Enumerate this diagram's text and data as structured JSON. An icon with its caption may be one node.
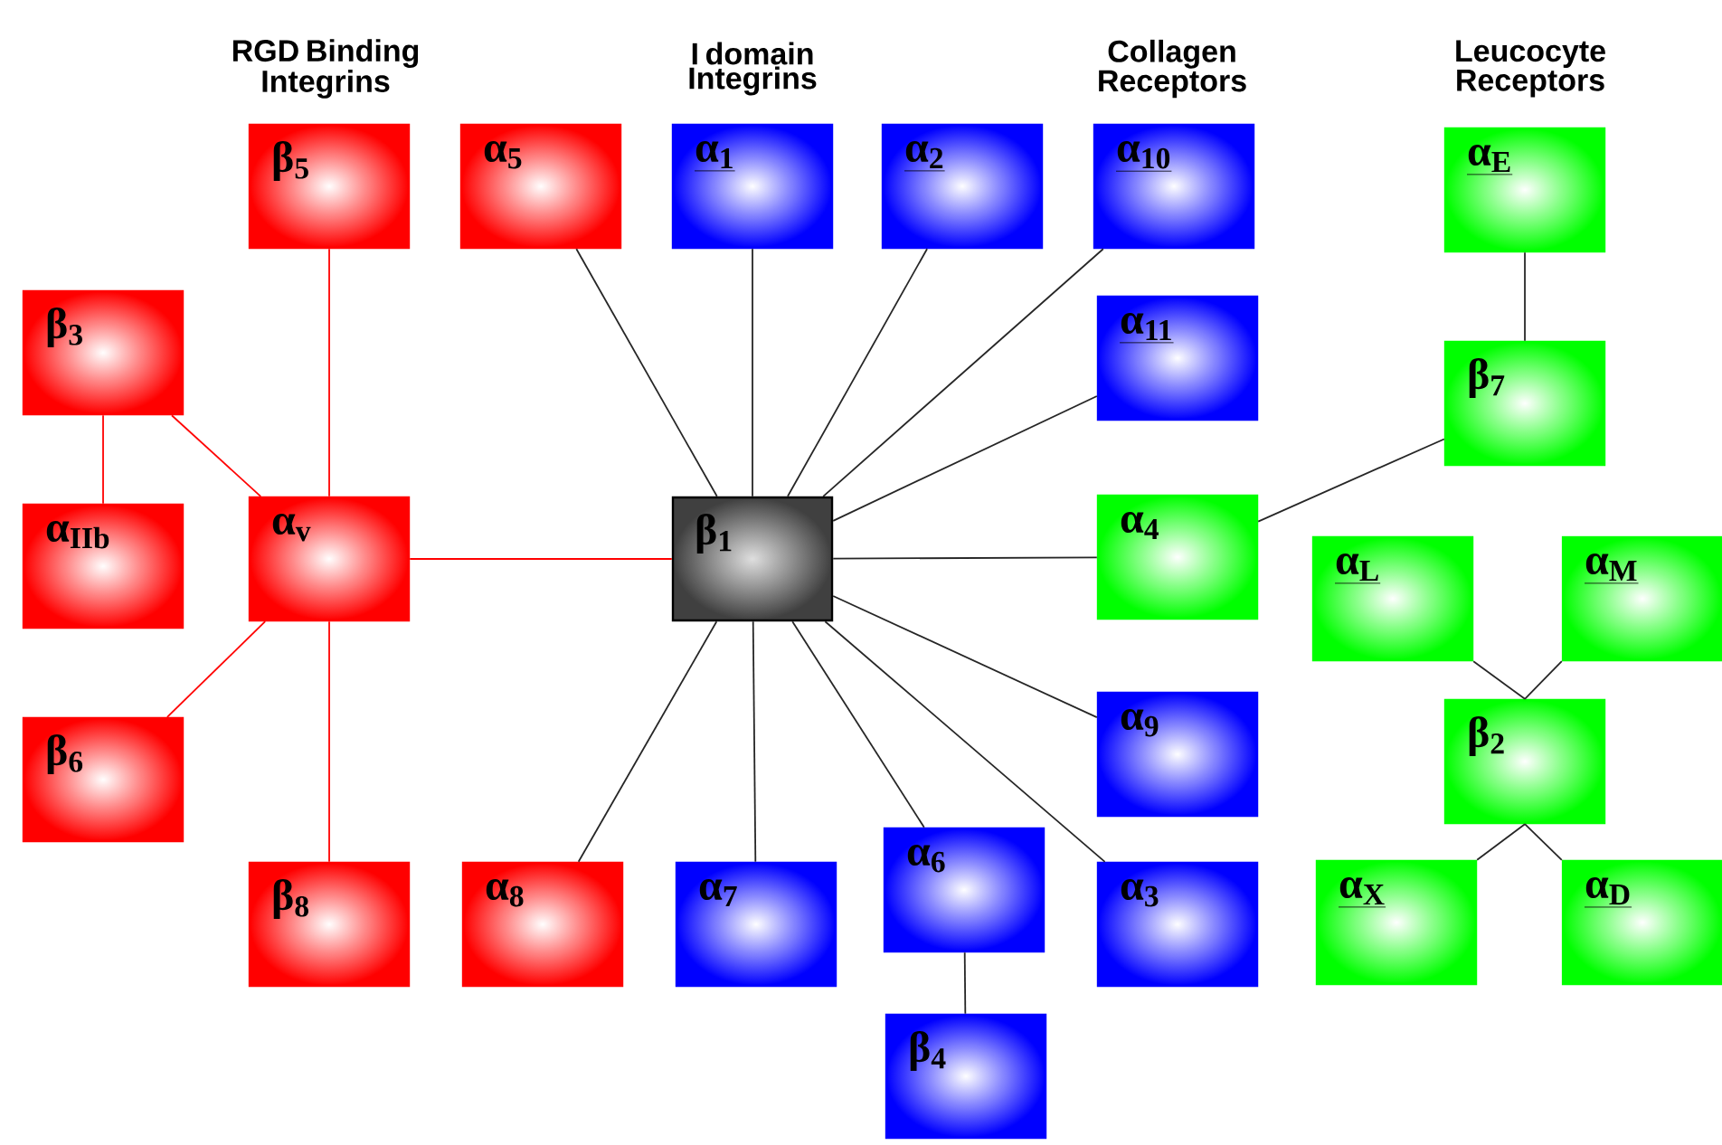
{
  "diagram": {
    "nodes": [
      {
        "text": [
          "β$_{5}$"
        ]
      },
      {
        "text": [
          "α$_{5}$"
        ]
      },
      {
        "text": [
          "α$_{1}$"
        ]
      },
      {
        "text": [
          "α$_{2}$"
        ]
      },
      {
        "text": [
          "α$_{10}$"
        ]
      },
      {
        "text": [
          "α$_{E}$"
        ]
      },
      {
        "text": [
          "β$_{3}$"
        ]
      },
      {
        "text": [
          "α$_{11}$"
        ]
      },
      {
        "text": [
          "β$_{7}$"
        ]
      },
      {
        "text": [
          "α$_{IIb}$"
        ]
      },
      {
        "text": [
          "α$_{v}$"
        ]
      },
      {
        "text": [
          "β$_{1}$"
        ]
      },
      {
        "text": [
          "α$_{4}$"
        ]
      },
      {
        "text": [
          "α$_{L}$"
        ]
      },
      {
        "text": [
          "α$_{M}$"
        ]
      },
      {
        "text": [
          "α$_{9}$"
        ]
      },
      {
        "text": [
          "β$_{2}$"
        ]
      },
      {
        "text": [
          "β$_{6}$"
        ]
      },
      {
        "text": [
          "α$_{6}$"
        ]
      },
      {
        "text": [
          "α$_{X}$"
        ]
      },
      {
        "text": [
          "α$_{D}$"
        ]
      },
      {
        "text": [
          "β$_{8}$"
        ]
      },
      {
        "text": [
          "α$_{8}$"
        ]
      },
      {
        "text": [
          "α$_{7}$"
        ]
      },
      {
        "text": [
          "α$_{3}$"
        ]
      },
      {
        "text": [
          "β$_{4}$"
        ]
      }
    ],
    "edges": [
      {
        "from": 11,
        "to": 1,
        "arrow": "none"
      },
      {
        "from": 11,
        "to": 2,
        "arrow": "none"
      },
      {
        "from": 11,
        "to": 3,
        "arrow": "none"
      },
      {
        "from": 11,
        "to": 4,
        "arrow": "none"
      },
      {
        "from": 11,
        "to": 7,
        "arrow": "none"
      },
      {
        "from": 11,
        "to": 12,
        "arrow": "none"
      },
      {
        "from": 11,
        "to": 15,
        "arrow": "none"
      },
      {
        "from": 11,
        "to": 24,
        "arrow": "none"
      },
      {
        "from": 11,
        "to": 18,
        "arrow": "none"
      },
      {
        "from": 11,
        "to": 23,
        "arrow": "none"
      },
      {
        "from": 11,
        "to": 22,
        "arrow": "none"
      },
      {
        "from": 10,
        "to": 11,
        "arrow": "none",
        "color": "#ff0000"
      },
      {
        "from": 0,
        "to": 10,
        "arrow": "none",
        "color": "#ff0000"
      },
      {
        "from": 6,
        "to": 10,
        "arrow": "none",
        "color": "#ff0000"
      },
      {
        "from": 6,
        "to": 9,
        "arrow": "none",
        "color": "#ff0000"
      },
      {
        "from": 10,
        "to": 17,
        "arrow": "none",
        "color": "#ff0000"
      },
      {
        "from": 10,
        "to": 21,
        "arrow": "none",
        "color": "#ff0000"
      },
      {
        "from": 18,
        "to": 25,
        "arrow": "none"
      },
      {
        "from": 5,
        "to": 8,
        "arrow": "none"
      },
      {
        "from": 8,
        "to": 12,
        "arrow": "none"
      },
      {
        "from": 13,
        "to": 16,
        "arrow": "none"
      },
      {
        "from": 14,
        "to": 16,
        "arrow": "none"
      },
      {
        "from": 16,
        "to": 19,
        "arrow": "none"
      },
      {
        "from": 16,
        "to": 20,
        "arrow": "none"
      }
    ],
    "labels": [
      "RGD Binding Integrins",
      "I domain Integrins",
      "Collagen Receptors",
      "Leucocyte Receptors"
    ]
  }
}
